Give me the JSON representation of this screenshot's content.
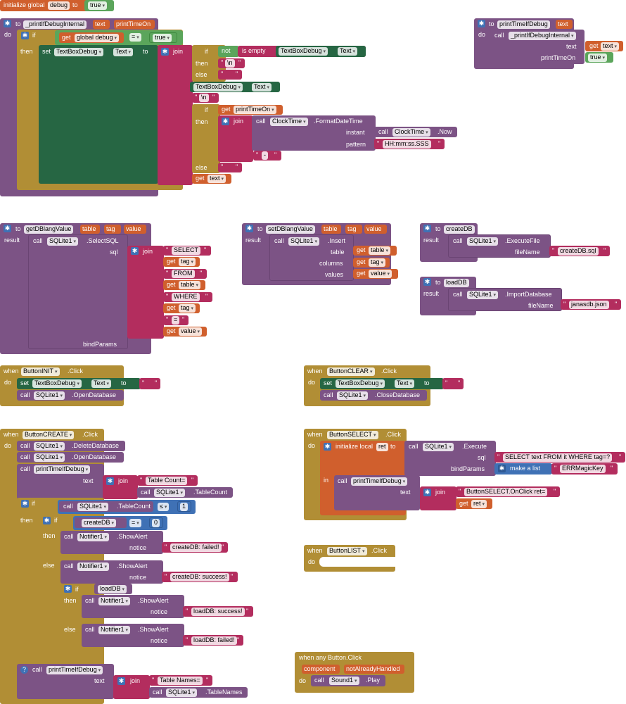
{
  "kw": {
    "initialize_global": "initialize global",
    "initialize_local": "initialize local",
    "to": "to",
    "do": "do",
    "result": "result",
    "if": "if",
    "then": "then",
    "else": "else",
    "in": "in",
    "set": "set",
    "get": "get",
    "call": "call",
    "not": "not",
    "is_empty": "is empty",
    "join": "join",
    "when": "when",
    "make_a_list": "make a list",
    "true": "true"
  },
  "globals": {
    "debug": "debug"
  },
  "procedures": {
    "printIfDebugInternal": {
      "name": "_printIfDebugInternal",
      "param1": "text",
      "param2": "printTimeOn"
    },
    "printTimeIfDebug": {
      "name": "printTimeIfDebug",
      "param1": "text",
      "caller_name": "_printIfDebugInternal",
      "arg_text": "text",
      "arg_time": "printTimeOn"
    },
    "getDBlangValue": {
      "name": "getDBlangValue",
      "p1": "table",
      "p2": "tag",
      "p3": "value"
    },
    "setDBlangValue": {
      "name": "setDBlangValue",
      "p1": "table",
      "p2": "tag",
      "p3": "value"
    },
    "createDB": {
      "name": "createDB"
    },
    "loadDB": {
      "name": "loadDB"
    }
  },
  "components": {
    "TextBoxDebug": "TextBoxDebug",
    "Text": "Text",
    "ClockTime": "ClockTime",
    "SQLite1": "SQLite1",
    "Notifier1": "Notifier1",
    "Sound1": "Sound1",
    "ButtonINIT": "ButtonINIT",
    "ButtonCLEAR": "ButtonCLEAR",
    "ButtonCREATE": "ButtonCREATE",
    "ButtonSELECT": "ButtonSELECT",
    "ButtonLIST": "ButtonLIST"
  },
  "methods": {
    "FormatDateTime": ".FormatDateTime",
    "Now": ".Now",
    "SelectSQL": ".SelectSQL",
    "Insert": ".Insert",
    "ExecuteFile": ".ExecuteFile",
    "ImportDatabase": ".ImportDatabase",
    "OpenDatabase": ".OpenDatabase",
    "CloseDatabase": ".CloseDatabase",
    "DeleteDatabase": ".DeleteDatabase",
    "TableCount": ".TableCount",
    "TableNames": ".TableNames",
    "ShowAlert": ".ShowAlert",
    "Execute": ".Execute",
    "Play": ".Play",
    "Click": ".Click"
  },
  "sockets": {
    "instant": "instant",
    "pattern": "pattern",
    "sql": "sql",
    "bindParams": "bindParams",
    "table": "table",
    "columns": "columns",
    "values": "values",
    "fileName": "fileName",
    "notice": "notice",
    "text": "text",
    "printTimeOn": "printTimeOn"
  },
  "ops": {
    "eq": "=",
    "le": "≤"
  },
  "strings": {
    "newline": "\\n",
    "space": " ",
    "dash": "-",
    "empty": "",
    "time_pattern": "HH:mm:ss.SSS",
    "select": "SELECT",
    "from": "FROM",
    "where": "WHERE",
    "eq": "=",
    "createdb_sql": "createDB.sql",
    "janasdb_json": "janasdb.json",
    "table_count": "Table Count=",
    "table_names": "Table Names=",
    "createdb_failed": "createDB: failed!",
    "createdb_success": "createDB: success!",
    "loaddb_success": "loadDB: success!",
    "loaddb_failed": "loadDB: failed!",
    "select_sql": "SELECT text FROM it WHERE tag=?",
    "magic_key": "ERRMagicKey",
    "onclick_ret": "ButtonSELECT.OnClick ret="
  },
  "numbers": {
    "one": "1",
    "zero": "0"
  },
  "locals": {
    "ret": "ret"
  },
  "any_button": {
    "title": "when any Button.Click",
    "component": "component",
    "not_already_handled": "notAlreadyHandled"
  }
}
